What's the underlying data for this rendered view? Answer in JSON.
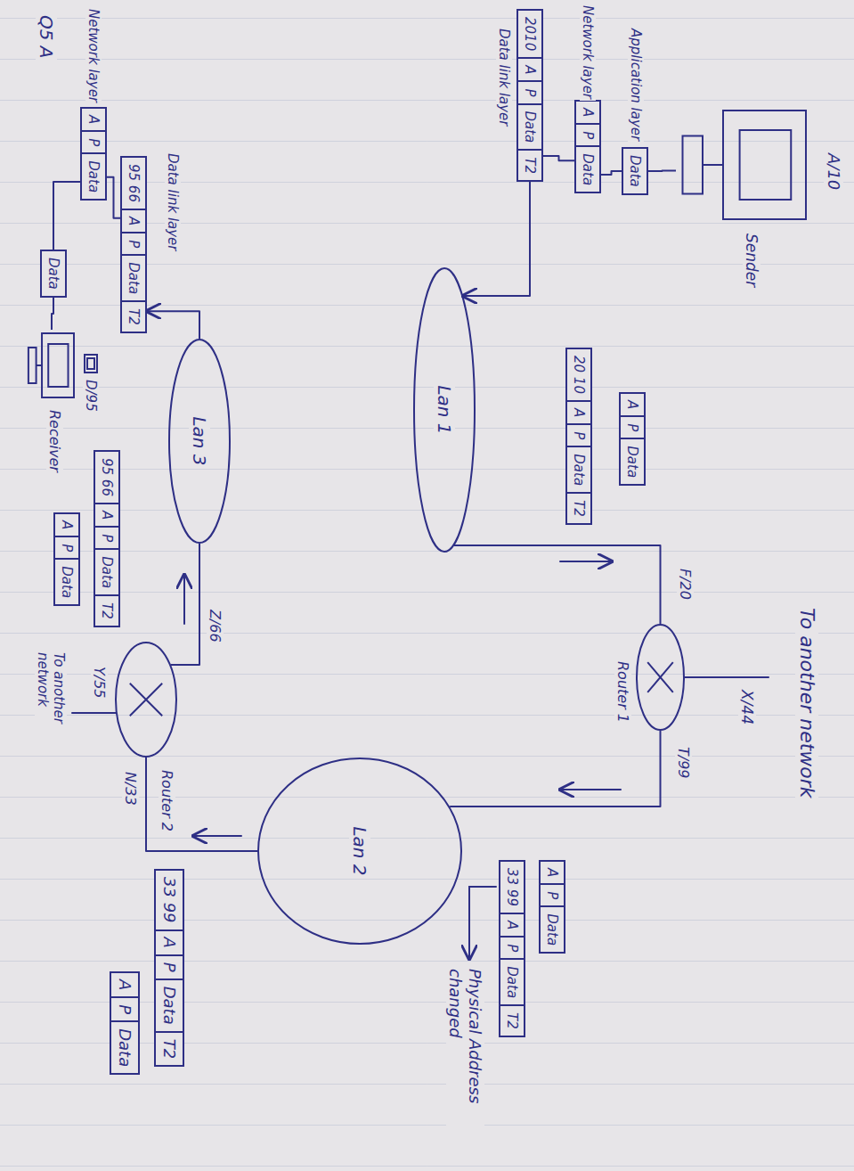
{
  "diagram": {
    "nodes": [
      {
        "text": [
          "Sender"
        ]
      },
      {
        "text": [
          "Data"
        ]
      },
      {
        "text": [
          "A",
          "P",
          "Data"
        ]
      },
      {
        "text": [
          "2010",
          "A",
          "P",
          "Data",
          "T2"
        ]
      },
      {
        "text": [
          "Lan 1"
        ]
      },
      {
        "text": [
          "A",
          "P",
          "Data"
        ]
      },
      {
        "text": [
          "20 10",
          "A",
          "P",
          "Data",
          "T2"
        ]
      },
      {
        "text": [
          "Router 1"
        ]
      },
      {
        "text": [
          "Lan 2"
        ]
      },
      {
        "text": [
          "Router 2"
        ]
      },
      {
        "text": [
          "Lan 3"
        ]
      },
      {
        "text": [
          "95 66",
          "A",
          "P",
          "Data",
          "T2"
        ]
      },
      {
        "text": [
          "A",
          "P",
          "Data"
        ]
      },
      {
        "text": [
          "95 66",
          "A",
          "P",
          "Data",
          "T2"
        ]
      },
      {
        "text": [
          "A",
          "P",
          "Data"
        ]
      },
      {
        "text": [
          "Data"
        ]
      },
      {
        "text": [
          "Receiver"
        ]
      },
      {
        "text": [
          "A",
          "P",
          "Data"
        ]
      },
      {
        "text": [
          "33 99",
          "A",
          "P",
          "Data",
          "T2"
        ]
      },
      {
        "text": [
          "33 99",
          "A",
          "P",
          "Data",
          "T2"
        ]
      },
      {
        "text": [
          "A",
          "P",
          "Data"
        ]
      }
    ],
    "edges": [
      {
        "from": 0,
        "to": 1,
        "arrow": "none"
      },
      {
        "from": 1,
        "to": 2,
        "arrow": "none"
      },
      {
        "from": 2,
        "to": 3,
        "arrow": "none"
      },
      {
        "from": 3,
        "to": 4,
        "arrow": "to"
      },
      {
        "from": 4,
        "to": 7,
        "arrow": "none"
      },
      {
        "from": 7,
        "to": 8,
        "arrow": "none"
      },
      {
        "from": 8,
        "to": 9,
        "arrow": "none"
      },
      {
        "from": 9,
        "to": 10,
        "arrow": "none"
      },
      {
        "from": 10,
        "to": 13,
        "arrow": "to"
      },
      {
        "from": 13,
        "to": 14,
        "arrow": "none"
      },
      {
        "from": 14,
        "to": 15,
        "arrow": "none"
      },
      {
        "from": 15,
        "to": 16,
        "arrow": "none"
      }
    ],
    "labels": [
      "A/10",
      "To another network",
      "X/44",
      "F/20",
      "T/99",
      "Application layer",
      "Network layer",
      "Data link layer",
      "Physical Address changed",
      "Z/66",
      "Y/55",
      "N/33",
      "Data link layer",
      "Network layer",
      "D/95",
      "To another network",
      "Q5 A"
    ]
  }
}
